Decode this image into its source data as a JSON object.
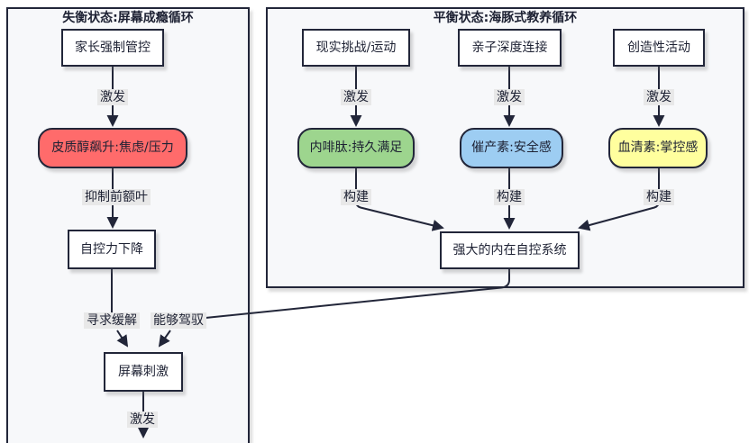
{
  "diagram": {
    "left_panel": {
      "title": "失衡状态:屏幕成瘾循环",
      "nodes": {
        "parent_control": "家长强制管控",
        "cortisol": "皮质醇飙升:焦虑/压力",
        "self_control_drop": "自控力下降",
        "screen_stimulus": "屏幕刺激"
      },
      "edge_labels": {
        "trigger_top": "激发",
        "inhibit_prefrontal": "抑制前额叶",
        "seek_relief": "寻求缓解",
        "can_master": "能够驾驭",
        "trigger_bottom": "激发"
      }
    },
    "right_panel": {
      "title": "平衡状态:海豚式教养循环",
      "nodes": {
        "real_challenge": "现实挑战/运动",
        "deep_connection": "亲子深度连接",
        "creative_activity": "创造性活动",
        "endorphin": "内啡肽:持久满足",
        "oxytocin": "催产素:安全感",
        "serotonin": "血清素:掌控感",
        "inner_system": "强大的内在自控系统"
      },
      "edge_labels": {
        "trigger1": "激发",
        "trigger2": "激发",
        "trigger3": "激发",
        "build1": "构建",
        "build2": "构建",
        "build3": "构建"
      }
    },
    "colors": {
      "red": "#ff6b6b",
      "green": "#9dd58e",
      "blue": "#9dcdf2",
      "yellow": "#ffff9e",
      "line": "#222639",
      "label_bg": "#e8e8e8",
      "panel_bg": "#f7f8fa"
    }
  }
}
